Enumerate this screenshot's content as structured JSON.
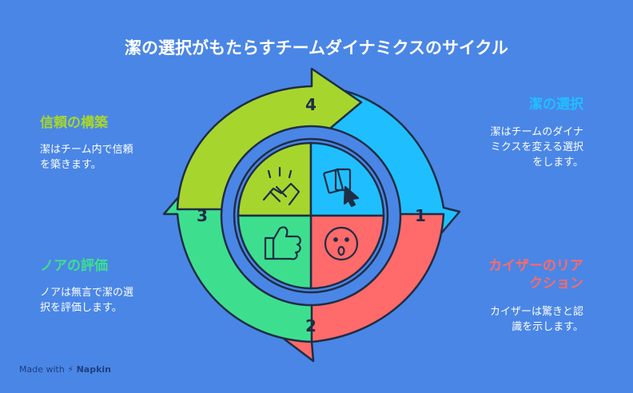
{
  "title": "潔の選択がもたらすチームダイナミクスのサイクル",
  "steps": [
    {
      "number": "1",
      "heading": "潔の選択",
      "lines": [
        "潔はチームのダイナ",
        "ミクスを変える選択",
        "をします。"
      ],
      "color": "#1fbfff"
    },
    {
      "number": "2",
      "heading_lines": [
        "カイザーのリア",
        "クション"
      ],
      "lines": [
        "カイザーは驚きと認",
        "識を示します。"
      ],
      "color": "#ff6a6a"
    },
    {
      "number": "3",
      "heading": "ノアの評価",
      "lines": [
        "ノアは無言で潔の選",
        "択を評価します。"
      ],
      "color": "#3ddf8f"
    },
    {
      "number": "4",
      "heading": "信頼の構築",
      "lines": [
        "潔はチーム内で信頼",
        "を築きます。"
      ],
      "color": "#a6d62e"
    }
  ],
  "icons": [
    "handshake-icon",
    "cards-pointer-icon",
    "thumbs-up-icon",
    "surprised-face-icon"
  ],
  "footer": {
    "made_with": "Made with",
    "brand": "Napkin"
  },
  "colors": {
    "background": "#4a86e6",
    "outline": "#1f2d45"
  }
}
